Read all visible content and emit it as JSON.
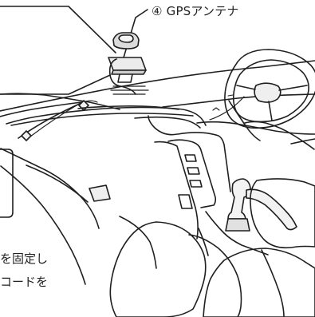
{
  "callout": {
    "gps_antenna_label": "④ GPSアンテナ"
  },
  "instruction_text": {
    "line1": "を固定し",
    "line2": "コードを"
  }
}
